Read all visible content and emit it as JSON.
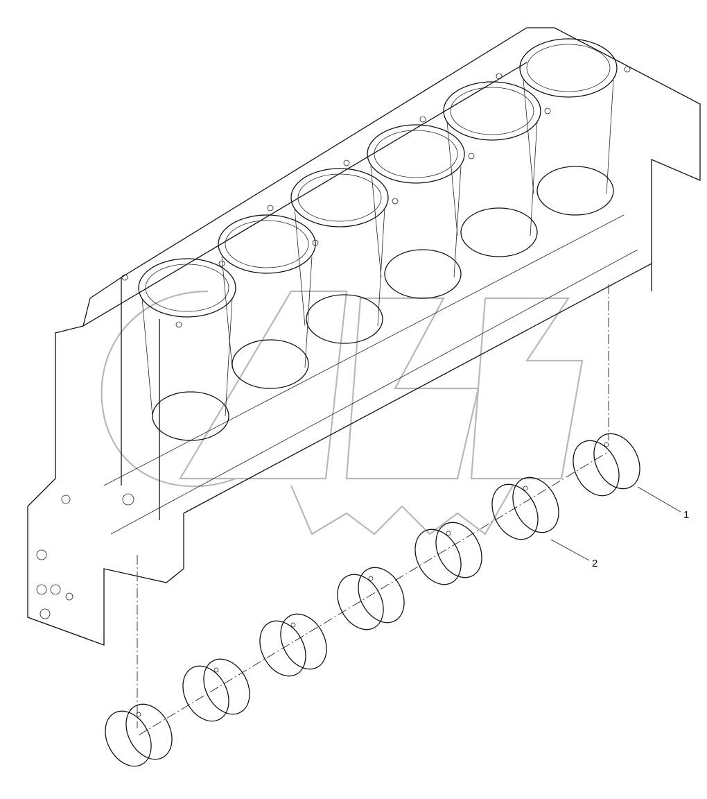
{
  "diagram": {
    "type": "exploded parts illustration",
    "subject": "engine cylinder block with main bearing shells",
    "cylinder_count": 6,
    "bearing_count": 7,
    "callouts": [
      {
        "number": "1",
        "target": "upper main bearing shell"
      },
      {
        "number": "2",
        "target": "main bearing shell"
      }
    ],
    "watermark": "gear logo",
    "colors": {
      "line": "#111111",
      "watermark": "#b8b8b8",
      "background": "#ffffff"
    }
  }
}
